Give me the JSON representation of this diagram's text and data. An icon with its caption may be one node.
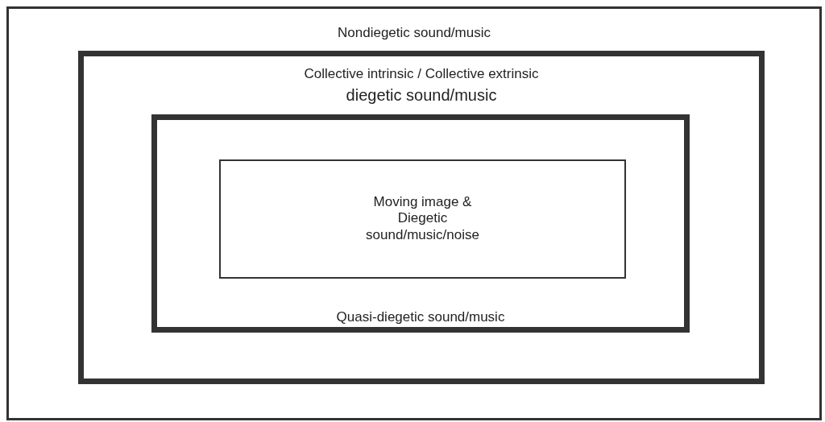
{
  "diagram": {
    "nodes": [
      {
        "text": [
          "Nondiegetic sound/music"
        ]
      },
      {
        "text": [
          "Collective intrinsic / Collective extrinsic",
          "diegetic sound/music"
        ],
        "in": 0
      },
      {
        "text": [
          "Quasi-diegetic sound/music"
        ],
        "in": 1
      },
      {
        "text": [
          "Moving image & Diegetic sound/music/noise"
        ],
        "in": 2
      }
    ],
    "edges": []
  }
}
